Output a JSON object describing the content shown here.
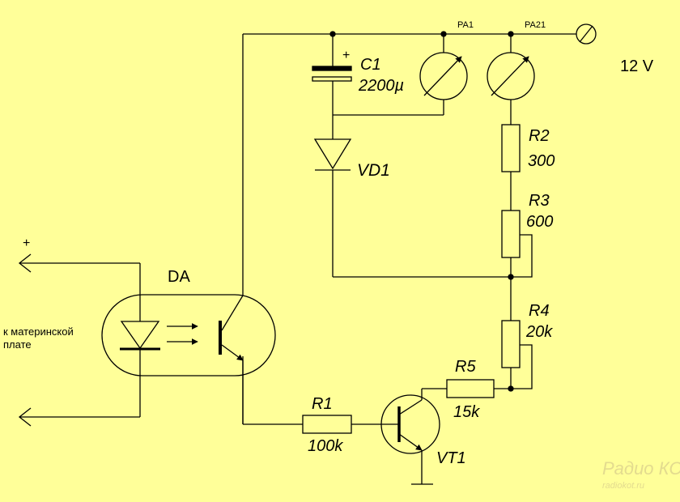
{
  "title": {
    "supply": "12 V"
  },
  "optocoupler": {
    "label": "DA",
    "plus": "+",
    "note_line1": "к материнской",
    "note_line2": "плате"
  },
  "ammeters": {
    "pa1": "PA1",
    "pa21": "PA21"
  },
  "capacitor": {
    "name": "C1",
    "value": "2200µ",
    "polarity": "+"
  },
  "diode": {
    "name": "VD1"
  },
  "resistors": {
    "r1": {
      "name": "R1",
      "value": "100k"
    },
    "r2": {
      "name": "R2",
      "value": "300"
    },
    "r3": {
      "name": "R3",
      "value": "600"
    },
    "r4": {
      "name": "R4",
      "value": "20k"
    },
    "r5": {
      "name": "R5",
      "value": "15k"
    }
  },
  "transistor": {
    "name": "VT1"
  },
  "watermark": {
    "line1": "Радио КОТ",
    "line2": "radiokot.ru"
  },
  "colors": {
    "background": "#ffff99",
    "wire": "#000000",
    "watermark": "#e3db8f"
  }
}
